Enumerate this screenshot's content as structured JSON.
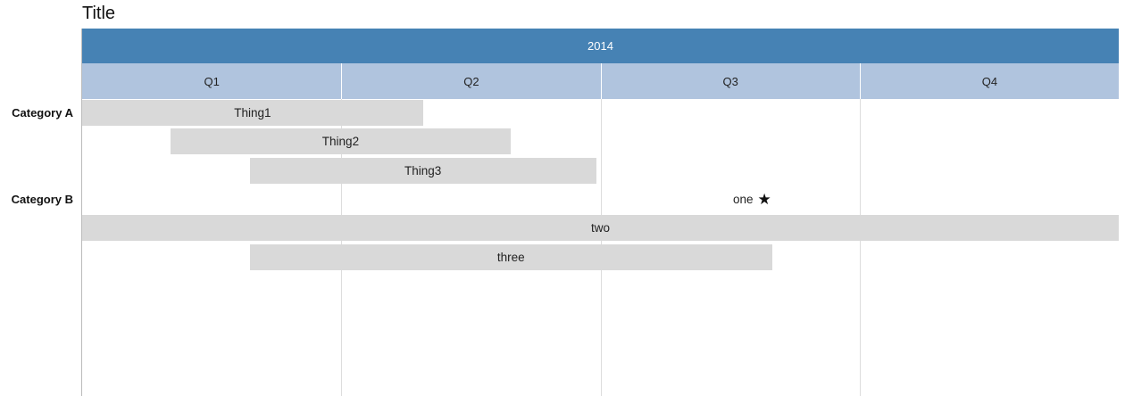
{
  "chart_data": {
    "type": "gantt",
    "title": "Title",
    "year": "2014",
    "quarters": [
      "Q1",
      "Q2",
      "Q3",
      "Q4"
    ],
    "colors": {
      "year_band": "#4682b4",
      "quarter_band": "#b0c4de",
      "bar": "#d9d9d9",
      "gridline": "#dddddd"
    },
    "categories": [
      {
        "label": "Category A",
        "items": [
          {
            "kind": "bar",
            "label": "Thing1",
            "start": "2014-01-01",
            "end": "2014-05-01"
          },
          {
            "kind": "bar",
            "label": "Thing2",
            "start": "2014-02-01",
            "end": "2014-06-01"
          },
          {
            "kind": "bar",
            "label": "Thing3",
            "start": "2014-03-01",
            "end": "2014-07-01"
          }
        ]
      },
      {
        "label": "Category B",
        "items": [
          {
            "kind": "milestone",
            "label": "one",
            "date": "2014-09-01",
            "symbol": "★"
          },
          {
            "kind": "bar",
            "label": "two",
            "start": "2014-01-01",
            "end": "2015-01-01"
          },
          {
            "kind": "bar",
            "label": "three",
            "start": "2014-03-01",
            "end": "2014-09-01"
          }
        ]
      }
    ]
  }
}
